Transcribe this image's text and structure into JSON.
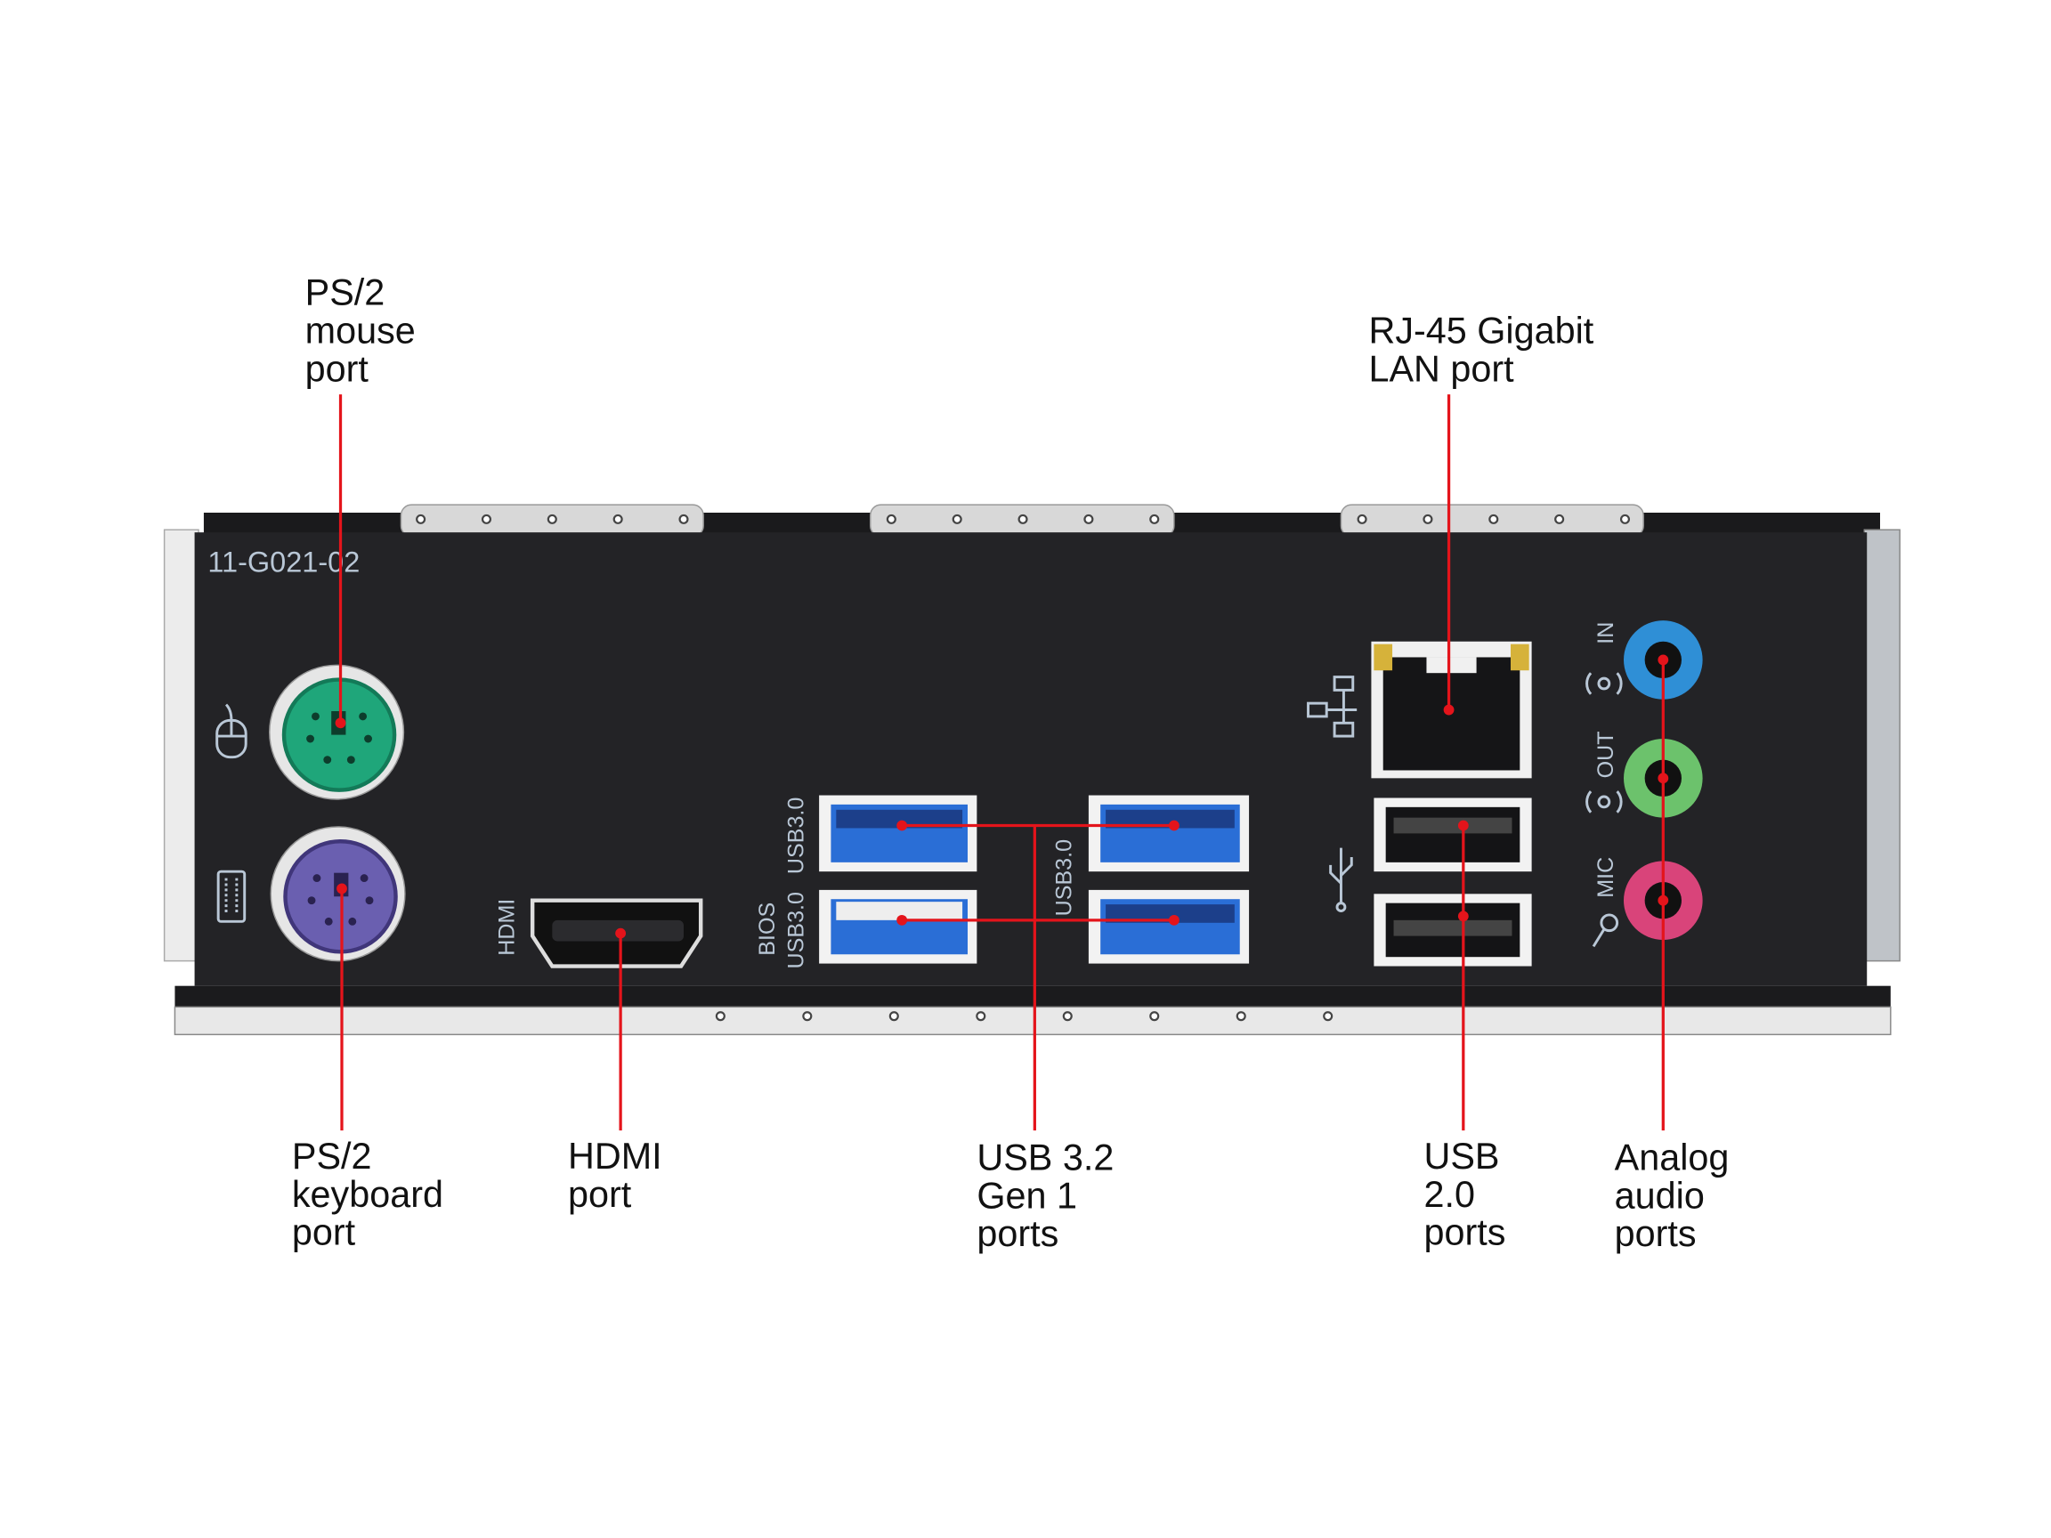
{
  "panel": {
    "part_number": "11-G021-02",
    "silkscreen": {
      "hdmi": "HDMI",
      "usb3_top": "USB3.0",
      "usb3_bottom": "USB3.0",
      "bios": "BIOS",
      "usb3_right": "USB3.0",
      "audio_in": "IN",
      "audio_out": "OUT",
      "audio_mic": "MIC"
    },
    "colors": {
      "mouse": "#1fa67a",
      "keyboard": "#6a5fb0",
      "line_in": "#2f8fd6",
      "line_out": "#6cc26c",
      "mic": "#d9447a",
      "usb3": "#2a6ed6",
      "callout": "#e4141b"
    }
  },
  "callouts": {
    "ps2_mouse": [
      "PS/2",
      "mouse",
      "port"
    ],
    "rj45": [
      "RJ-45 Gigabit",
      "LAN port"
    ],
    "ps2_keyboard": [
      "PS/2",
      "keyboard",
      "port"
    ],
    "hdmi": [
      "HDMI",
      "port"
    ],
    "usb32": [
      "USB 3.2",
      "Gen 1",
      "ports"
    ],
    "usb20": [
      "USB",
      "2.0",
      "ports"
    ],
    "audio": [
      "Analog",
      "audio",
      "ports"
    ]
  }
}
